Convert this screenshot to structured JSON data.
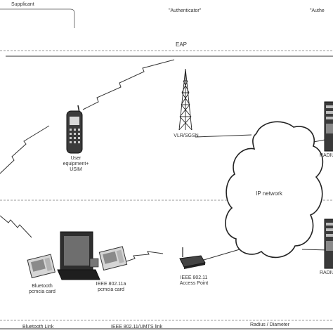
{
  "roles": {
    "supplicant": "Supplicant",
    "authenticator": "\"Authenticator\"",
    "auth_server": "\"Authe"
  },
  "protocols": {
    "eap": "EAP",
    "radius": "Radius / Diameter"
  },
  "links": {
    "bluetooth": "Bluetooth Link",
    "wlan_umts": "IEEE 802.11/UMTS link"
  },
  "cloud": {
    "label": "IP network"
  },
  "devices": {
    "ue_line1": "User",
    "ue_line2": "equipment+",
    "ue_line3": "USIM",
    "vlr": "VLR/SGSN",
    "radius_top": "RADIUS",
    "radius_bottom": "RADIUS",
    "bt_card_line1": "Bluetooth",
    "bt_card_line2": "pcmcia card",
    "wlan_card_line1": "IEEE 802.11a",
    "wlan_card_line2": "pcmcia card",
    "ap_line1": "IEEE 802.11",
    "ap_line2": "Access Point"
  }
}
